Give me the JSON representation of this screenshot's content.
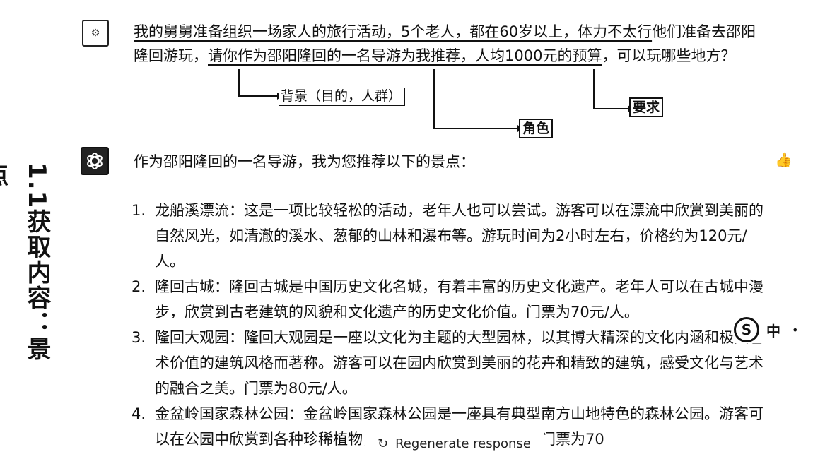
{
  "side_title": "1.1获取内容：景点",
  "user_avatar_glyph": "⚙",
  "question": {
    "part1": "我的舅舅准备组织一场家人的旅行活动，5个老人，都在60岁以上，体力不太行",
    "part2": "他们准备去邵阳隆回游玩，",
    "part3": "请你作为邵阳隆回的一名导游为我推荐，",
    "part4": "人均1000元的预算",
    "part5": "，可以玩哪些地方？"
  },
  "annotations": {
    "background": "背景（目的，人群）",
    "requirement": "要求",
    "role": "角色"
  },
  "answer": {
    "intro": "作为邵阳隆回的一名导游，我为您推荐以下的景点：",
    "items": [
      {
        "num": "1.",
        "text": "龙船溪漂流：这是一项比较轻松的活动，老年人也可以尝试。游客可以在漂流中欣赏到美丽的自然风光，如清澈的溪水、葱郁的山林和瀑布等。游玩时间为2小时左右，价格约为120元/人。"
      },
      {
        "num": "2.",
        "text": "隆回古城：隆回古城是中国历史文化名城，有着丰富的历史文化遗产。老年人可以在古城中漫步，欣赏到古老建筑的风貌和文化遗产的历史文化价值。门票为70元/人。"
      },
      {
        "num": "3.",
        "text": "隆回大观园：隆回大观园是一座以文化为主题的大型园林，以其博大精深的文化内涵和极具艺术价值的建筑风格而著称。游客可以在园内欣赏到美丽的花卉和精致的建筑，感受文化与艺术的融合之美。门票为80元/人。"
      },
      {
        "num": "4.",
        "text": "金盆岭国家森林公园：金盆岭国家森林公园是一座具有典型南方山地特色的森林公园。游客可以在公园中欣赏到各种珍稀植物，感受大自然的神奇之美。门票为70"
      }
    ]
  },
  "regenerate": {
    "icon": "↻",
    "label": "Regenerate response"
  },
  "ime": {
    "badge": "S",
    "label": "中",
    "dot": "•"
  },
  "thumb_icon": "👍"
}
